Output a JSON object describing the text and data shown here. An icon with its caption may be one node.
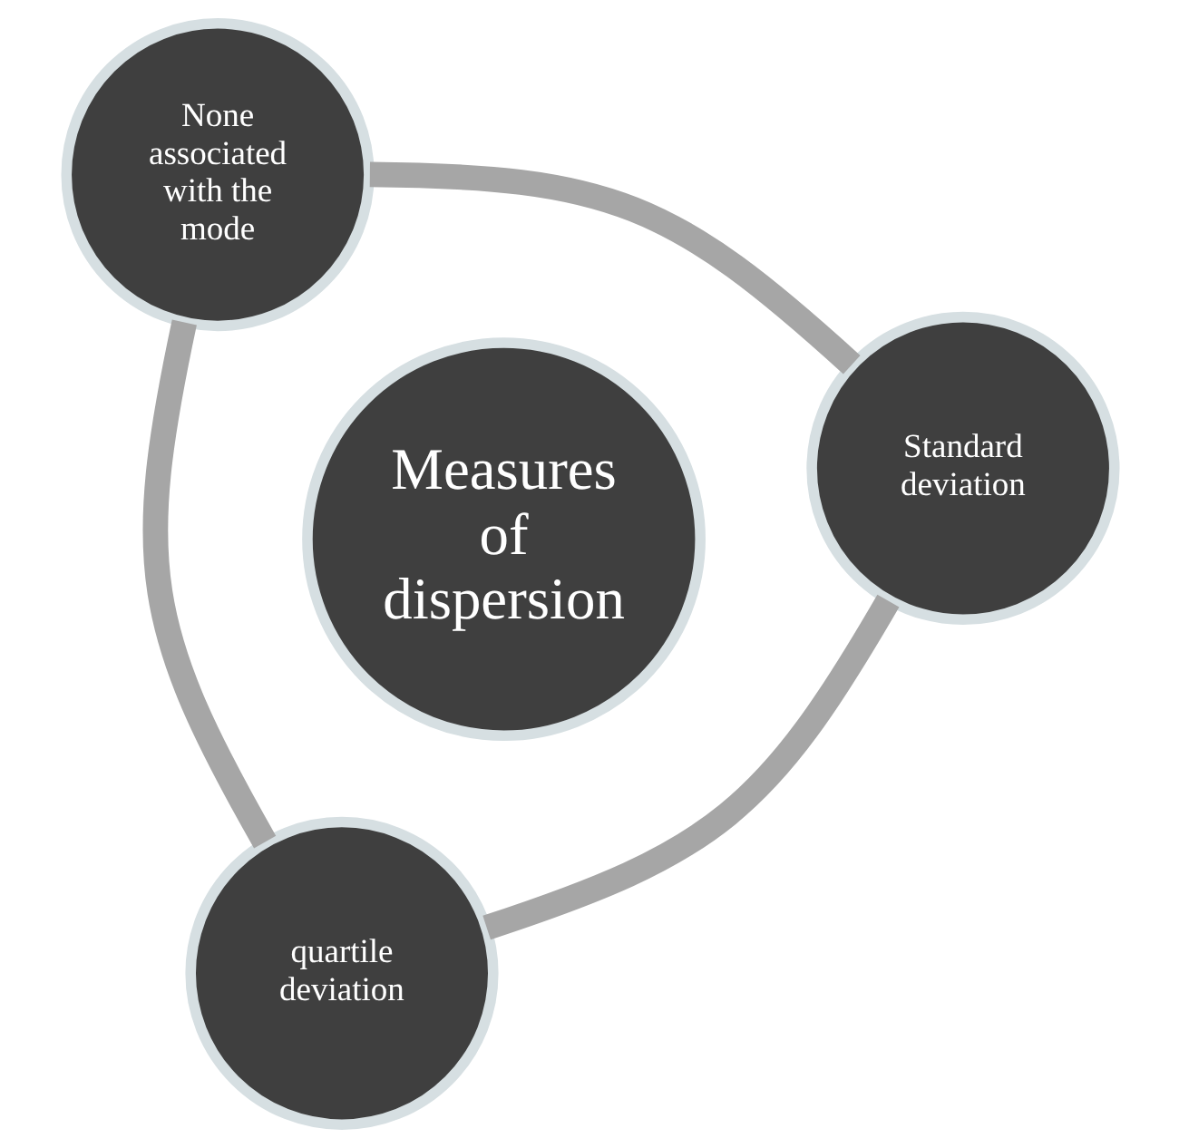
{
  "diagram": {
    "nodes": [
      {
        "text": [
          "Measures of dispersion"
        ]
      },
      {
        "text": [
          "Standard deviation"
        ]
      },
      {
        "text": [
          "quartile deviation"
        ]
      },
      {
        "text": [
          "None associated with the mode"
        ]
      }
    ],
    "edges": [
      {
        "from": 1,
        "to": 2,
        "arrow": "none"
      },
      {
        "from": 2,
        "to": 3,
        "arrow": "none"
      },
      {
        "from": 3,
        "to": 1,
        "arrow": "none"
      }
    ]
  }
}
